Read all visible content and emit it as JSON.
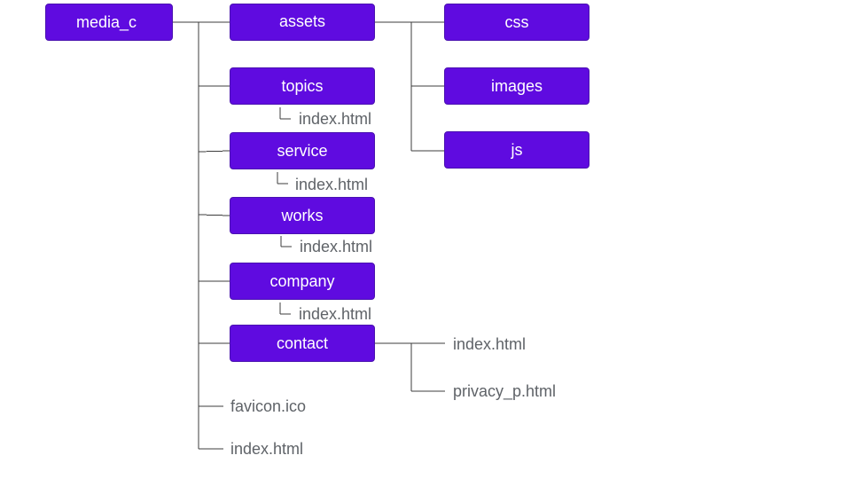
{
  "colors": {
    "node_fill": "#5f0be0",
    "node_text": "#ffffff",
    "file_text": "#5f6368",
    "line": "#3c3c3c"
  },
  "root": {
    "label": "media_c"
  },
  "folders": {
    "assets": {
      "label": "assets"
    },
    "css": {
      "label": "css"
    },
    "images": {
      "label": "images"
    },
    "js": {
      "label": "js"
    },
    "topics": {
      "label": "topics"
    },
    "service": {
      "label": "service"
    },
    "works": {
      "label": "works"
    },
    "company": {
      "label": "company"
    },
    "contact": {
      "label": "contact"
    }
  },
  "files": {
    "topics_index": "index.html",
    "service_index": "index.html",
    "works_index": "index.html",
    "company_index": "index.html",
    "contact_index": "index.html",
    "contact_privacy": "privacy_p.html",
    "favicon": "favicon.ico",
    "root_index": "index.html"
  }
}
